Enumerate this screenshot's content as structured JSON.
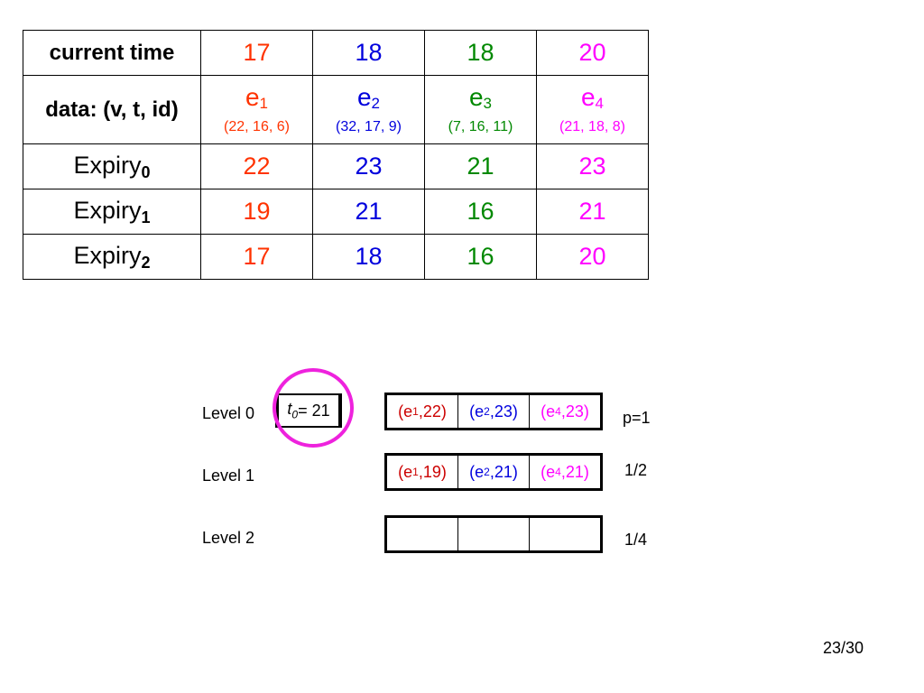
{
  "colors": {
    "e1": "#ff3300",
    "e2": "#0000dd",
    "e3": "#008800",
    "e4": "#ff00ff",
    "circle": "#ee22dd",
    "level_e1": "#cc0000"
  },
  "table": {
    "row_current_time": {
      "label": "current time",
      "values": [
        "17",
        "18",
        "18",
        "20"
      ]
    },
    "row_data": {
      "label": "data: (v, t, id)",
      "events": [
        {
          "base": "e",
          "sub": "1",
          "tuple": "(22, 16, 6)"
        },
        {
          "base": "e",
          "sub": "2",
          "tuple": "(32, 17, 9)"
        },
        {
          "base": "e",
          "sub": "3",
          "tuple": "(7, 16, 11)"
        },
        {
          "base": "e",
          "sub": "4",
          "tuple": "(21, 18, 8)"
        }
      ]
    },
    "expiry_rows": [
      {
        "label": "Expiry",
        "sub": "0",
        "values": [
          "22",
          "23",
          "21",
          "23"
        ]
      },
      {
        "label": "Expiry",
        "sub": "1",
        "values": [
          "19",
          "21",
          "16",
          "21"
        ]
      },
      {
        "label": "Expiry",
        "sub": "2",
        "values": [
          "17",
          "18",
          "16",
          "20"
        ]
      }
    ]
  },
  "levels": [
    {
      "label": "Level 0",
      "prob": "p=1",
      "cells": [
        {
          "open": "(e",
          "sub": "1",
          "close": ",22)"
        },
        {
          "open": "(e",
          "sub": "2",
          "close": ",23)"
        },
        {
          "open": "(e",
          "sub": "4",
          "close": ",23)"
        }
      ]
    },
    {
      "label": "Level 1",
      "prob": "1/2",
      "cells": [
        {
          "open": "(e",
          "sub": "1",
          "close": ",19)"
        },
        {
          "open": "(e",
          "sub": "2",
          "close": ",21)"
        },
        {
          "open": "(e",
          "sub": "4",
          "close": ",21)"
        }
      ]
    },
    {
      "label": "Level 2",
      "prob": "1/4",
      "cells": [
        {
          "open": "",
          "sub": "",
          "close": ""
        },
        {
          "open": "",
          "sub": "",
          "close": ""
        },
        {
          "open": "",
          "sub": "",
          "close": ""
        }
      ]
    }
  ],
  "threshold": {
    "var": "t",
    "sub": "0",
    "text": "= 21"
  },
  "page_number": "23/30"
}
